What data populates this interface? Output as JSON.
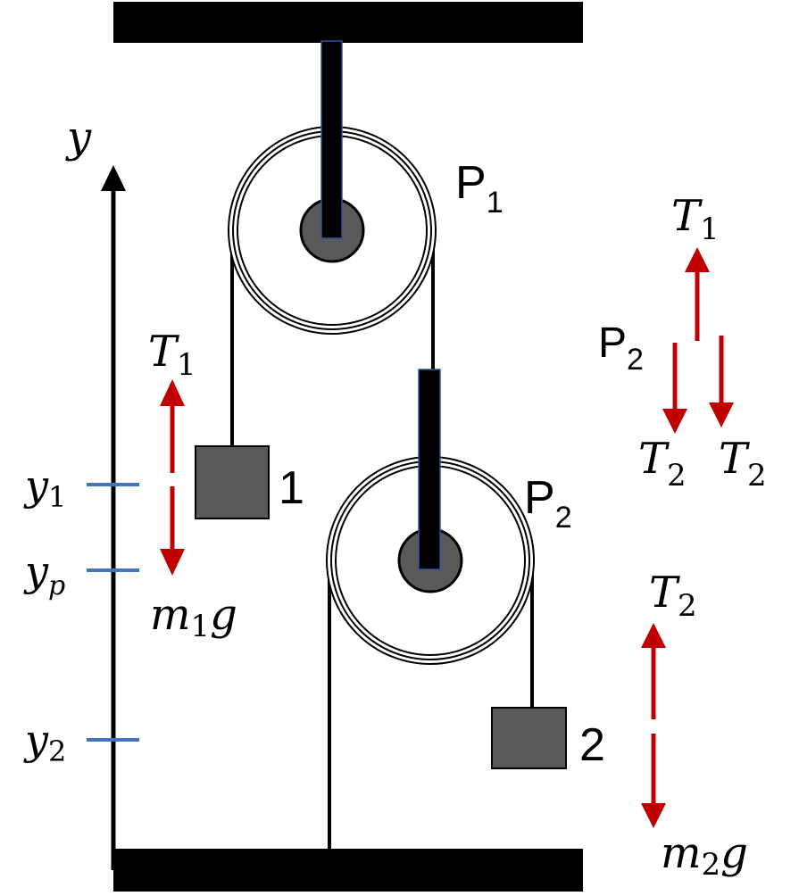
{
  "axis": {
    "label": "y"
  },
  "levels": [
    {
      "base": "y",
      "sub": "1"
    },
    {
      "base": "y",
      "sub": "p"
    },
    {
      "base": "y",
      "sub": "2"
    }
  ],
  "pulleys": [
    {
      "base": "P",
      "sub": "1"
    },
    {
      "base": "P",
      "sub": "2"
    }
  ],
  "masses": [
    {
      "label": "1"
    },
    {
      "label": "2"
    }
  ],
  "forces": {
    "mass1": {
      "up": {
        "base": "T",
        "sub": "1"
      },
      "down": {
        "base": "m",
        "sub": "1",
        "tail": "g"
      }
    },
    "pulley2": {
      "name": {
        "base": "P",
        "sub": "2"
      },
      "up": {
        "base": "T",
        "sub": "1"
      },
      "down_left": {
        "base": "T",
        "sub": "2"
      },
      "down_right": {
        "base": "T",
        "sub": "2"
      }
    },
    "mass2": {
      "up": {
        "base": "T",
        "sub": "2"
      },
      "down": {
        "base": "m",
        "sub": "2",
        "tail": "g"
      }
    }
  },
  "colors": {
    "ink": "#000000",
    "block": "#595959",
    "force": "#c00000",
    "level_tick": "#4472c4"
  }
}
